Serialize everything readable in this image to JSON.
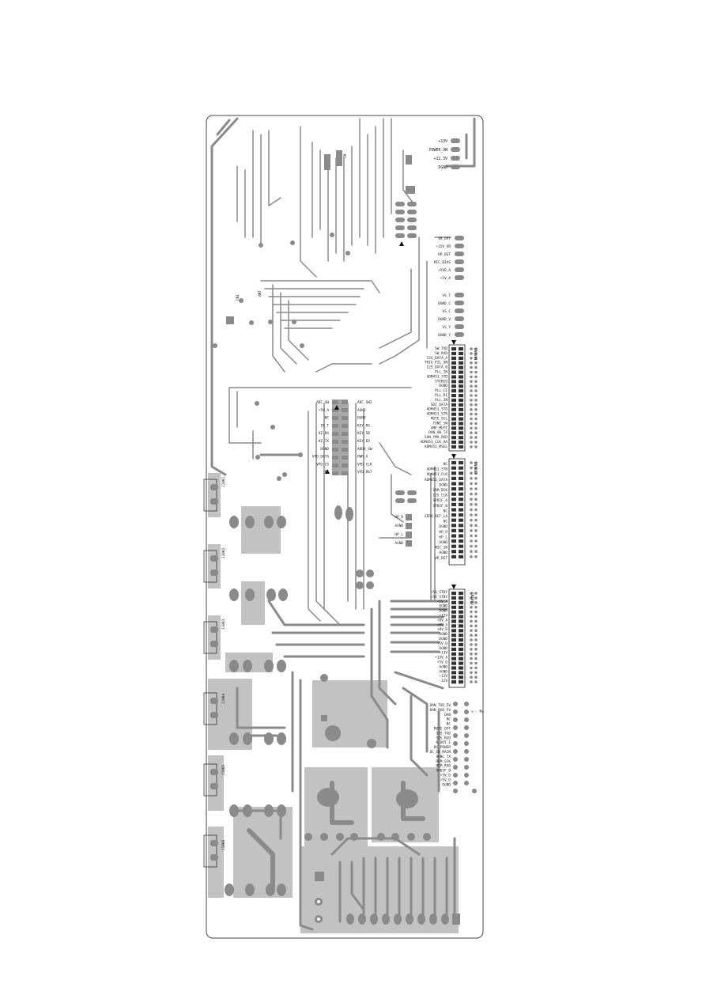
{
  "board": {
    "top_right_power": [
      "+13V",
      "POWER_ON",
      "+12.3V",
      "DGND"
    ],
    "mid_right_signals": [
      "VR_OPT",
      "+15V_VR",
      "HP_DET",
      "MIC_BIAS",
      "+5VD_A",
      "+5V_A"
    ],
    "video_signals": [
      "VS_T",
      "DGND_C",
      "VS_C",
      "DGND_V",
      "VS_Y",
      "DGND_Y"
    ],
    "connector_j1_labels": [
      "SW_TXD",
      "SW_RXD",
      "I2S_DATA_A",
      "TRIG_PIL_ON",
      "I2S_DATA_B",
      "PLL_IN",
      "ADM451_STD",
      "STEREO",
      "DGND",
      "PLL_CE",
      "PLL_DI",
      "PLL_IN",
      "SDI_DATA",
      "ADM451_STD",
      "ADM451_STB",
      "MUTE_SCL",
      "TUNE_SW",
      "AMP_MUTE",
      "DAN_HB_TX",
      "SAN_YMA_RXD",
      "ADM451_CLK_AA",
      "ADM451_MSEL"
    ],
    "connector_j2_labels": [
      "NC",
      "ADM451_STB",
      "ADM451_CLK",
      "ADM451_DATA",
      "DGND",
      "SAM_BCK",
      "I2S_CLK",
      "SPDIF_A",
      "SPDIF_B",
      "NC",
      "ZERO_DET_LA",
      "NC",
      "DGND",
      "HP_R",
      "HP_L",
      "AGND",
      "MIC_IN",
      "AGND",
      "HP_DET"
    ],
    "center_ic_left": [
      "ADC_SW",
      "+5V_A",
      "NC",
      "IR_T",
      "HZ_RX",
      "HZ_TX",
      "DGND",
      "VFD_DATA",
      "VFD_CS",
      "NC"
    ],
    "center_ic_right": [
      "ADC_SW2",
      "AGND",
      "DGND",
      "KEY_RS",
      "KEY_SB",
      "KEY_ED",
      "ADDR_SW",
      "PWR_A",
      "VFD_CLK",
      "VFD_RST"
    ],
    "hp_signals": [
      "HP_R",
      "AGND",
      "HP_L",
      "AGND"
    ],
    "power_connector_labels": [
      "+5V_STBY",
      "+5V_STBY",
      "+5V_A",
      "DGND",
      "DGND",
      "+12V",
      "+8V_A",
      "+8V_A",
      "+8V_D",
      "DGND",
      "DGND",
      "+5V_D",
      "DGND",
      "+13V",
      "+13V_A",
      "+5V_D",
      "AGND",
      "AGND",
      "+12V",
      "-12V"
    ],
    "bottom_right_labels": [
      "DAN_TXD_5V",
      "DAN_RXD_5V",
      "DAB",
      "NC",
      "NC",
      "MUTE_OFF",
      "SIS_TXD",
      "SIS_RXD",
      "N_OUT_1",
      "DC_POWER",
      "DC_EN_MAIN",
      "VHNC_TX",
      "REM_SCK",
      "REM_RXD",
      "SPDIF_B",
      "+5V_D",
      "+5V_D",
      "DGND"
    ],
    "connector_names": {
      "cn_main": "CN1001",
      "cn_mid": "CN1002",
      "cn_power": "CN1003"
    },
    "jack_labels": [
      "J1001",
      "J1002",
      "J1003",
      "J1004",
      "J1005",
      "J1006"
    ],
    "small_labels": [
      "CN1",
      "ANT",
      "FM"
    ],
    "right_misc": "<-- Mv",
    "trace_color": "#8a8a8a",
    "zone_color": "#c2c2c2"
  }
}
